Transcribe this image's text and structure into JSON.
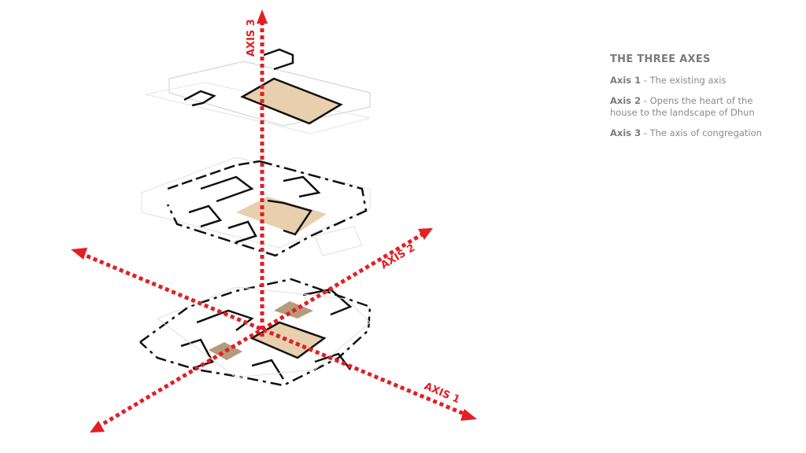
{
  "legend": {
    "title": "THE THREE AXES",
    "items": [
      {
        "label": "Axis 1",
        "separator": " - ",
        "text": "The existing axis"
      },
      {
        "label": "Axis 2",
        "separator": " - ",
        "text": "Opens the heart of the house to the landscape of Dhun"
      },
      {
        "label": "Axis 3",
        "separator": " - ",
        "text": "The axis of congregation"
      }
    ]
  },
  "axes": {
    "axis1_label": "AXIS 1",
    "axis2_label": "AXIS 2",
    "axis3_label": "AXIS 3"
  },
  "colors": {
    "axis": "#e31e24",
    "core_fill": "#e8cfae",
    "courtyard_fill": "#b59a7c",
    "wall": "#111111",
    "faint": "#d8d8d8"
  }
}
